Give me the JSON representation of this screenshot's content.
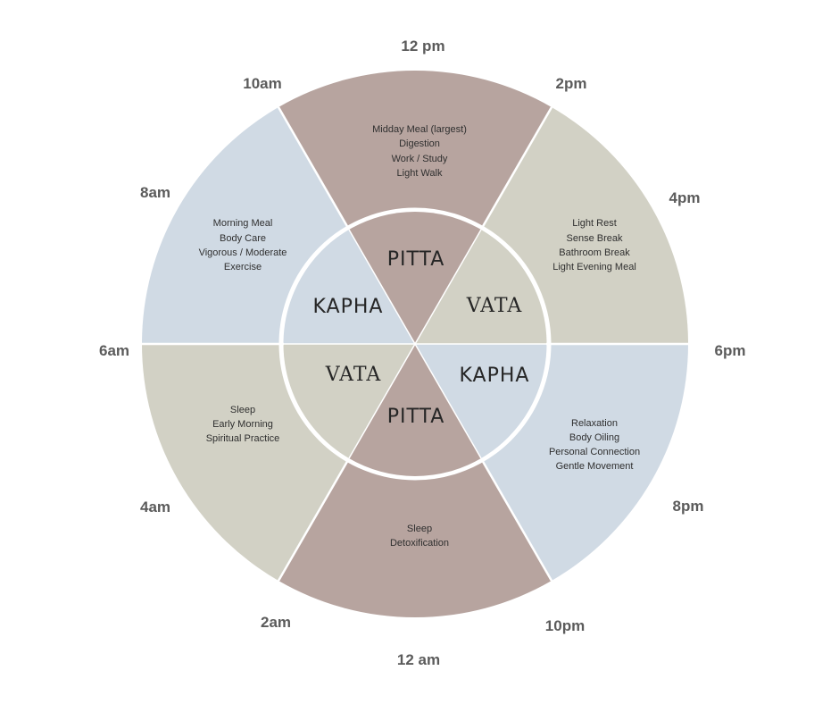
{
  "colors": {
    "kapha": "#d0dae4",
    "pitta": "#b7a49f",
    "vata": "#d2d1c5",
    "divider": "#ffffff",
    "hour_text": "#5b5b5b"
  },
  "hour_labels": {
    "h12pm": "12 pm",
    "h2pm": "2pm",
    "h4pm": "4pm",
    "h6pm": "6pm",
    "h8pm": "8pm",
    "h10pm": "10pm",
    "h12am": "12 am",
    "h2am": "2am",
    "h4am": "4am",
    "h6am": "6am",
    "h8am": "8am",
    "h10am": "10am"
  },
  "outer_segments": {
    "midday": [
      "Midday Meal (largest)",
      "Digestion",
      "Work / Study",
      "Light Walk"
    ],
    "afternoon": [
      "Light Rest",
      "Sense Break",
      "Bathroom Break",
      "Light Evening Meal"
    ],
    "evening": [
      "Relaxation",
      "Body Oiling",
      "Personal Connection",
      "Gentle Movement"
    ],
    "night": [
      "Sleep",
      "Detoxification"
    ],
    "early_morning": [
      "Sleep",
      "Early Morning",
      "Spiritual Practice"
    ],
    "morning": [
      "Morning Meal",
      "Body Care",
      "Vigorous / Moderate",
      "Exercise"
    ]
  },
  "inner_segments": {
    "pitta_day": "PITTA",
    "vata_afternoon": "VATA",
    "kapha_evening": "KAPHA",
    "pitta_night": "PITTA",
    "vata_dawn": "VATA",
    "kapha_morning": "KAPHA"
  }
}
